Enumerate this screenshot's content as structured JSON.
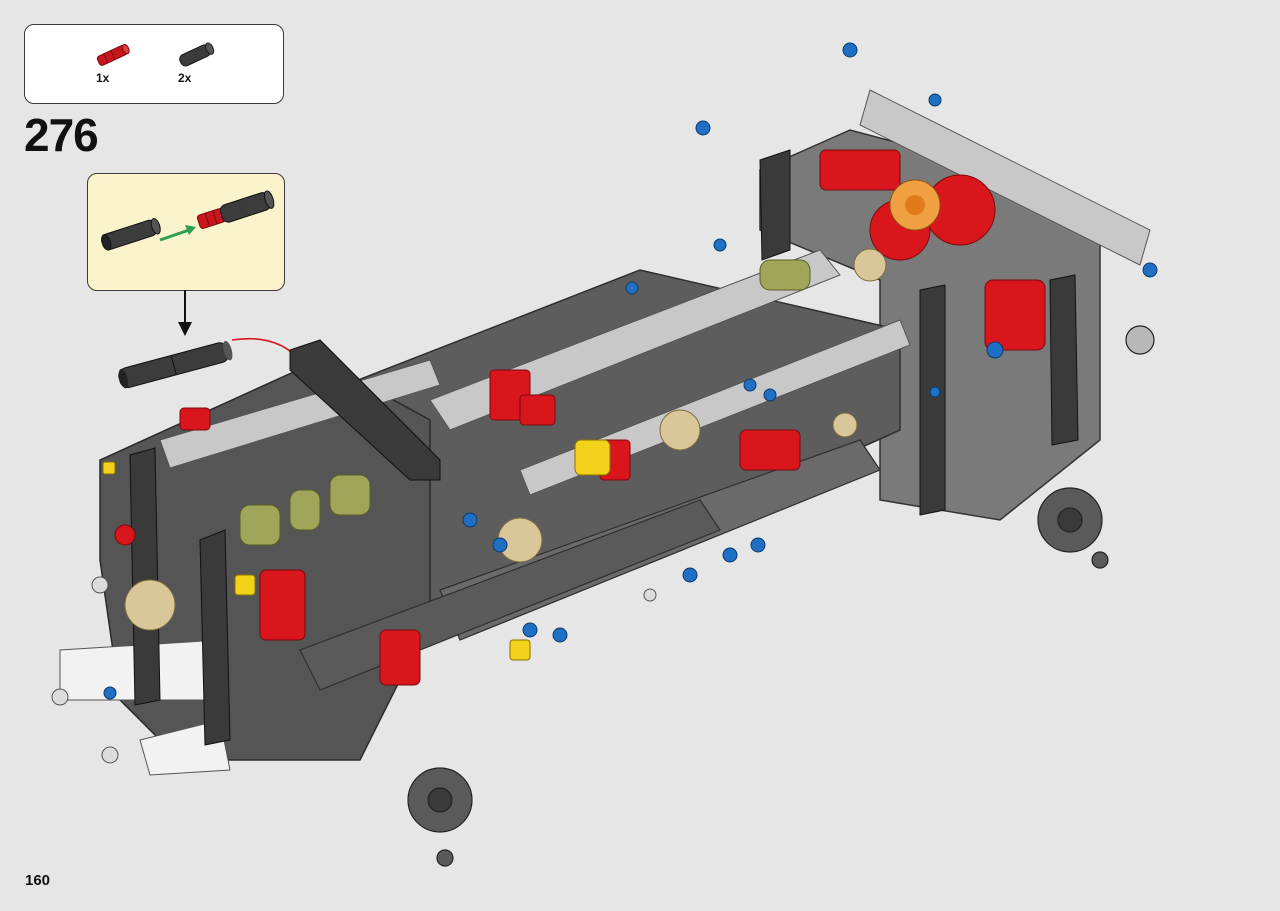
{
  "page": {
    "number": "160",
    "background": "#e6e6e6"
  },
  "step": {
    "number": "276"
  },
  "parts_list": {
    "items": [
      {
        "name": "red-axle-connector-icon",
        "qty": "1x",
        "color": "#c7161e"
      },
      {
        "name": "dark-gray-axle-icon",
        "qty": "2x",
        "color": "#3c3c3c"
      }
    ]
  },
  "sub_assembly": {
    "description_icons": [
      "dark-gray-axle-icon",
      "green-arrow-icon",
      "red-connector-with-axle-icon"
    ],
    "arrow_color": "#2e9e4f"
  },
  "colors": {
    "frame_dark": "#4a4a4a",
    "beam_gray": "#8a8a8a",
    "light_gray": "#c8c8c8",
    "red": "#d8161c",
    "blue": "#1f6fc4",
    "tan": "#d9c79a",
    "olive": "#9fa65a",
    "yellow": "#f2d21a",
    "orange": "#f0a040"
  }
}
